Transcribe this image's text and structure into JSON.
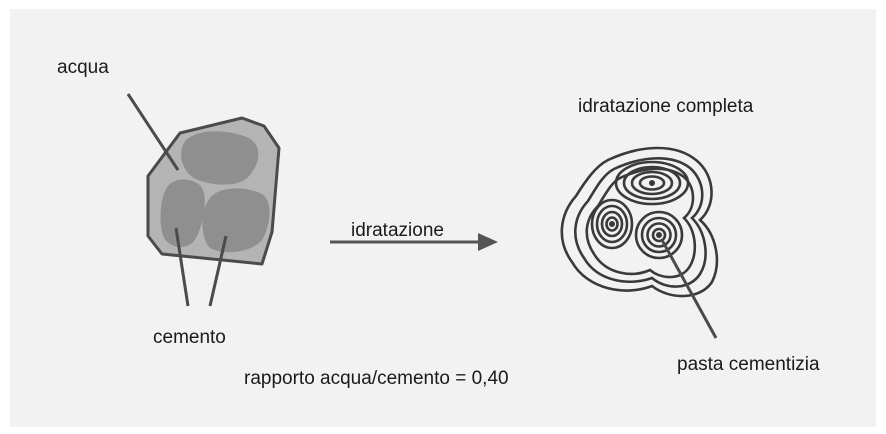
{
  "labels": {
    "water": "acqua",
    "cement": "cemento",
    "hydration_arrow": "idratazione",
    "complete_hydration": "idratazione completa",
    "cement_paste": "pasta cementizia",
    "ratio": "rapporto acqua/cemento = 0,40"
  }
}
